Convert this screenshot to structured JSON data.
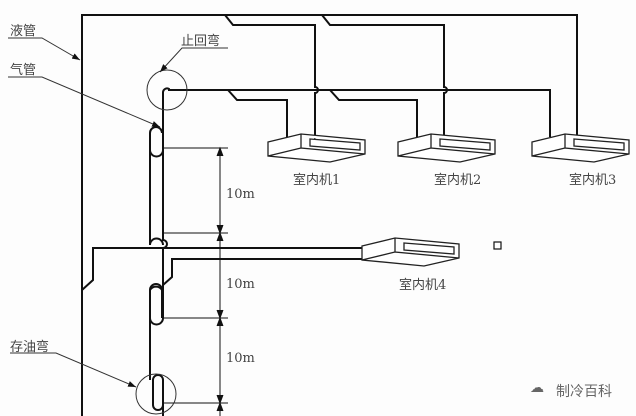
{
  "labels": {
    "liquid_pipe": "液管",
    "gas_pipe": "气管",
    "check_bend": "止回弯",
    "oil_trap": "存油弯",
    "unit1": "室内机1",
    "unit2": "室内机2",
    "unit3": "室内机3",
    "unit4": "室内机4",
    "dim1": "10m",
    "dim2": "10m",
    "dim3": "10m"
  },
  "watermark": "制冷百科",
  "colors": {
    "line": "#111111",
    "text": "#444444"
  }
}
